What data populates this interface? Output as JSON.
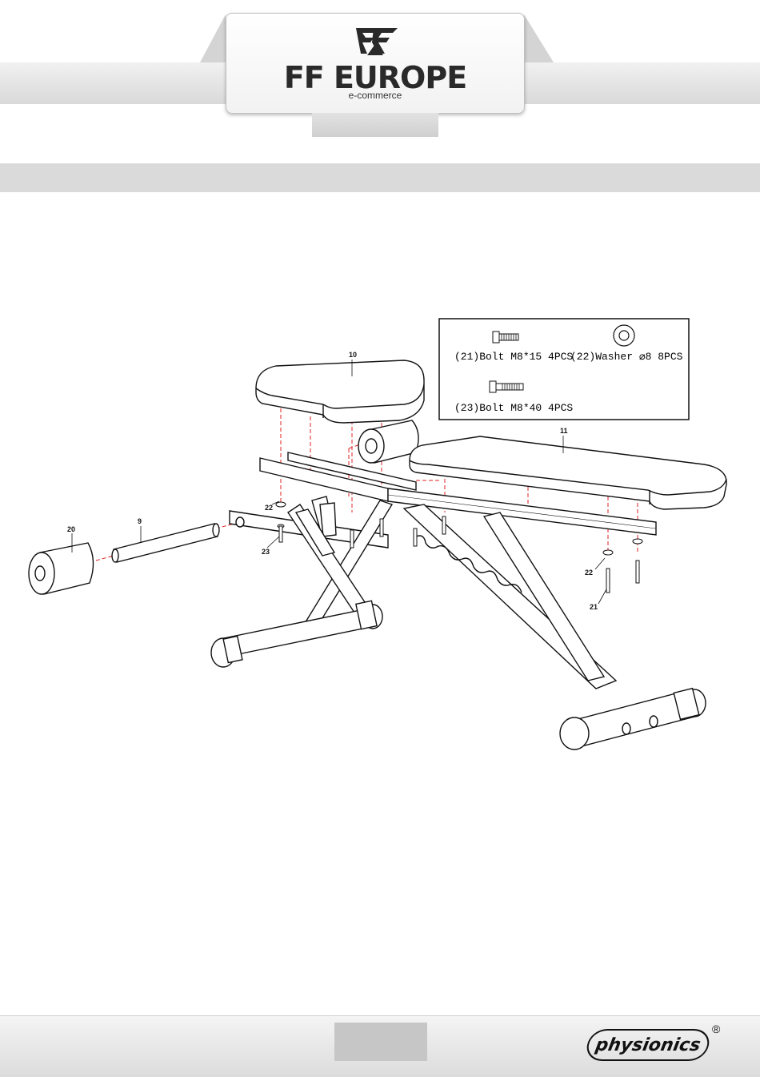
{
  "header": {
    "brand_name": "FF EUROPE",
    "brand_sub": "e-commerce",
    "logo_icon": "ff-monogram-icon"
  },
  "diagram": {
    "hardware_box": {
      "bolt_21": "(21)Bolt M8*15 4PCS",
      "washer_22": "(22)Washer ⌀8 8PCS",
      "bolt_23": "(23)Bolt M8*40 4PCS"
    },
    "labels": {
      "part_10": "10",
      "part_11": "11",
      "part_20": "20",
      "part_9": "9",
      "part_22_left": "22",
      "part_23": "23",
      "part_22_right": "22",
      "part_21": "21"
    },
    "colors": {
      "line": "#111111",
      "guide": "#e02020"
    }
  },
  "footer": {
    "brand": "physionics",
    "registered": "®"
  }
}
